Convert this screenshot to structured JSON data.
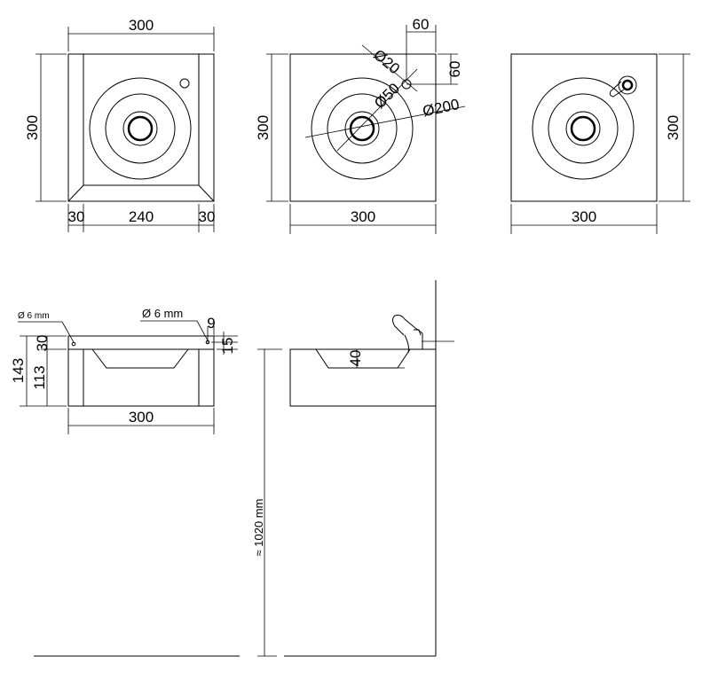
{
  "top_view_1": {
    "width": "300",
    "height": "300",
    "left_margin": "30",
    "center_width": "240",
    "right_margin": "30"
  },
  "top_view_2": {
    "offset_x": "60",
    "offset_y": "60",
    "hole_diameter": "Ø20",
    "drain_diameter": "Ø50",
    "bowl_diameter": "Ø200",
    "height": "300",
    "width": "300"
  },
  "top_view_3": {
    "height": "300",
    "width": "300"
  },
  "front_view": {
    "hole_left": "Ø 6 mm",
    "hole_right": "Ø 6 mm",
    "offset_9": "9",
    "offset_15": "15",
    "total_height": "143",
    "top_height": "30",
    "body_height": "113",
    "width": "300"
  },
  "side_view": {
    "basin_depth": "40",
    "mount_height": "≈ 1020  mm"
  }
}
